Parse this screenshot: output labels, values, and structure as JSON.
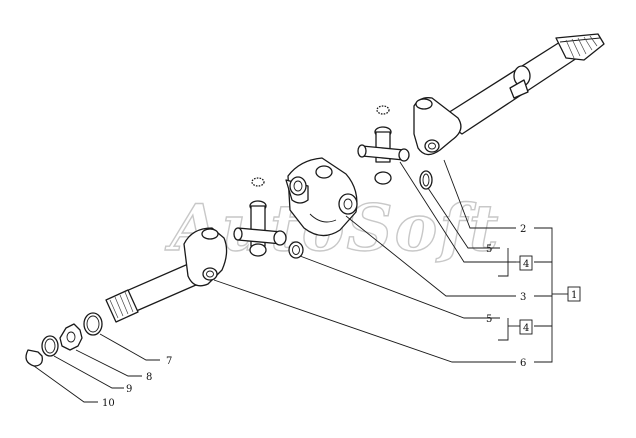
{
  "watermark": "AutoSoft",
  "callouts": {
    "c2": "2",
    "c5a": "5",
    "c4a": "4",
    "c3": "3",
    "c1": "1",
    "c5b": "5",
    "c4b": "4",
    "c6": "6",
    "c7": "7",
    "c8": "8",
    "c9": "9",
    "c10": "10"
  }
}
